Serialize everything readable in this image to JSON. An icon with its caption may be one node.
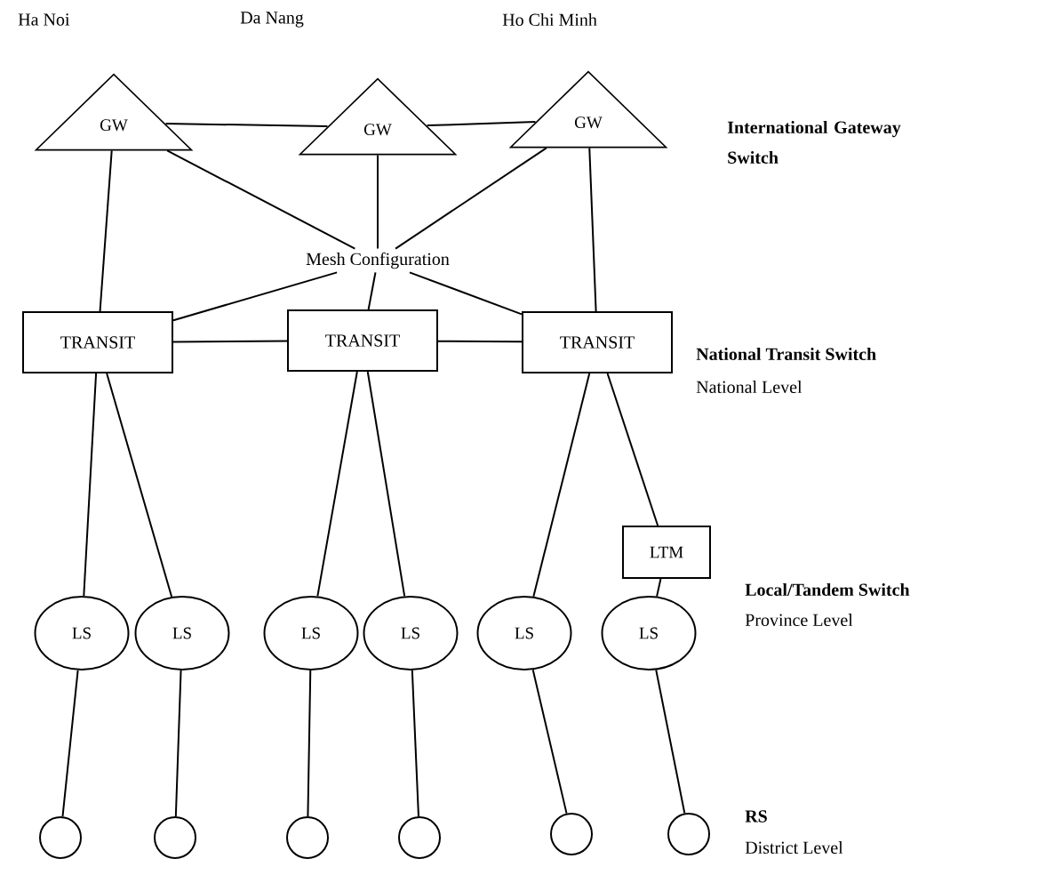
{
  "diagram": {
    "nodes": [
      {
        "text": [
          "GW"
        ]
      },
      {
        "text": [
          "GW"
        ]
      },
      {
        "text": [
          "GW"
        ]
      },
      {
        "text": [
          "Mesh Configuration"
        ]
      },
      {
        "text": [
          "TRANSIT"
        ]
      },
      {
        "text": [
          "TRANSIT"
        ]
      },
      {
        "text": [
          "TRANSIT"
        ]
      },
      {
        "text": [
          "LTM"
        ]
      },
      {
        "text": [
          "LS"
        ]
      },
      {
        "text": [
          "LS"
        ]
      },
      {
        "text": [
          "LS"
        ]
      },
      {
        "text": [
          "LS"
        ]
      },
      {
        "text": [
          "LS"
        ]
      },
      {
        "text": [
          "LS"
        ]
      },
      {
        "text": [],
        "shape": "circle"
      },
      {
        "text": [],
        "shape": "circle"
      },
      {
        "text": [],
        "shape": "circle"
      },
      {
        "text": [],
        "shape": "circle"
      },
      {
        "text": [],
        "shape": "circle"
      },
      {
        "text": [],
        "shape": "circle"
      }
    ],
    "edges": [
      {
        "from": 0,
        "to": 1,
        "arrow": "none"
      },
      {
        "from": 1,
        "to": 2,
        "arrow": "none"
      },
      {
        "from": 0,
        "to": 4,
        "arrow": "none"
      },
      {
        "from": 2,
        "to": 6,
        "arrow": "none"
      },
      {
        "from": 0,
        "to": 3,
        "arrow": "none"
      },
      {
        "from": 1,
        "to": 3,
        "arrow": "none"
      },
      {
        "from": 2,
        "to": 3,
        "arrow": "none"
      },
      {
        "from": 3,
        "to": 4,
        "arrow": "none"
      },
      {
        "from": 3,
        "to": 5,
        "arrow": "none"
      },
      {
        "from": 3,
        "to": 6,
        "arrow": "none"
      },
      {
        "from": 4,
        "to": 5,
        "arrow": "none"
      },
      {
        "from": 5,
        "to": 6,
        "arrow": "none"
      },
      {
        "from": 4,
        "to": 8,
        "arrow": "none"
      },
      {
        "from": 4,
        "to": 9,
        "arrow": "none"
      },
      {
        "from": 5,
        "to": 10,
        "arrow": "none"
      },
      {
        "from": 5,
        "to": 11,
        "arrow": "none"
      },
      {
        "from": 6,
        "to": 12,
        "arrow": "none"
      },
      {
        "from": 6,
        "to": 7,
        "arrow": "none"
      },
      {
        "from": 7,
        "to": 13,
        "arrow": "none"
      },
      {
        "from": 8,
        "to": 14,
        "arrow": "none"
      },
      {
        "from": 9,
        "to": 15,
        "arrow": "none"
      },
      {
        "from": 10,
        "to": 16,
        "arrow": "none"
      },
      {
        "from": 11,
        "to": 17,
        "arrow": "none"
      },
      {
        "from": 12,
        "to": 18,
        "arrow": "none"
      },
      {
        "from": 13,
        "to": 19,
        "arrow": "none"
      }
    ],
    "labels": [
      "Ha Noi",
      "Da Nang",
      "Ho Chi Minh",
      "International Gateway Switch",
      "National Transit Switch",
      "National Level",
      "Local/Tandem Switch",
      "Province Level",
      "RS",
      "District Level"
    ]
  }
}
